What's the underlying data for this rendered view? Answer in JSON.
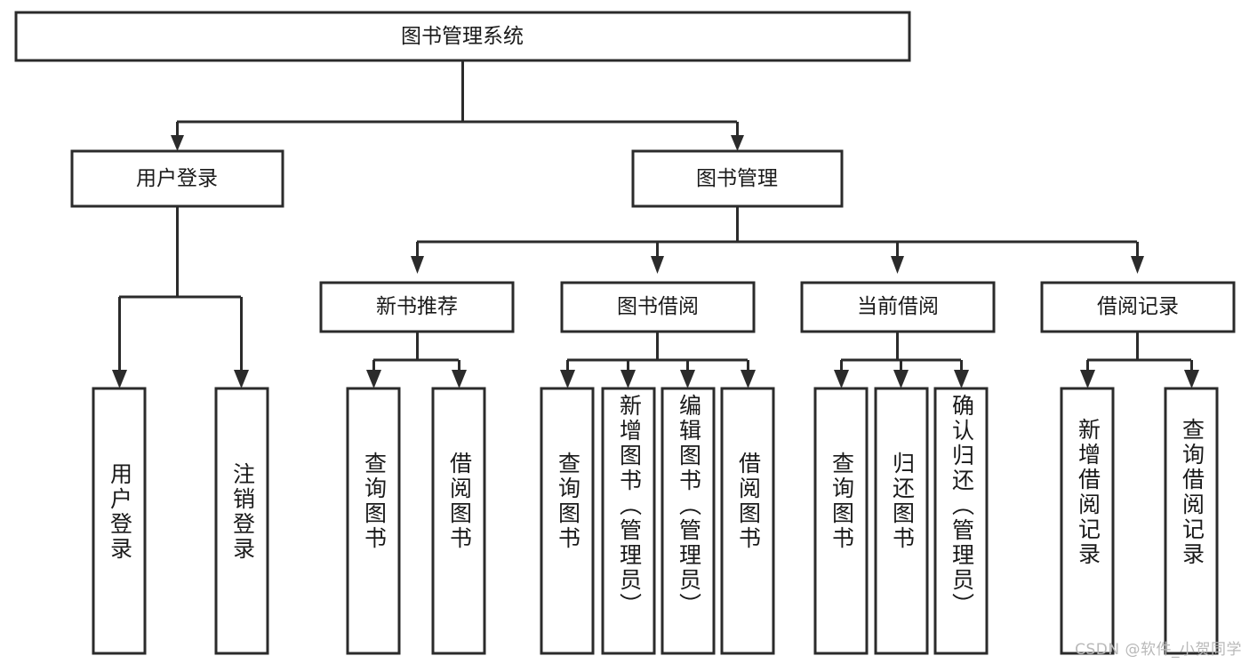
{
  "diagram": {
    "title": "图书管理系统",
    "type": "hierarchy-tree",
    "root": {
      "id": "root",
      "label": "图书管理系统",
      "orientation": "horizontal"
    },
    "level2": [
      {
        "id": "user-login",
        "label": "用户登录",
        "orientation": "horizontal"
      },
      {
        "id": "book-management",
        "label": "图书管理",
        "orientation": "horizontal"
      }
    ],
    "level3": [
      {
        "id": "new-book-recommend",
        "label": "新书推荐",
        "orientation": "horizontal",
        "parent": "book-management"
      },
      {
        "id": "book-borrow",
        "label": "图书借阅",
        "orientation": "horizontal",
        "parent": "book-management"
      },
      {
        "id": "current-borrow",
        "label": "当前借阅",
        "orientation": "horizontal",
        "parent": "book-management"
      },
      {
        "id": "borrow-record",
        "label": "借阅记录",
        "orientation": "horizontal",
        "parent": "book-management"
      }
    ],
    "leaves": [
      {
        "id": "leaf-user-login",
        "label": "用户登录",
        "parent": "user-login",
        "orientation": "vertical"
      },
      {
        "id": "leaf-logout-login",
        "label": "注销登录",
        "parent": "user-login",
        "orientation": "vertical"
      },
      {
        "id": "leaf-query-book-1",
        "label": "查询图书",
        "parent": "new-book-recommend",
        "orientation": "vertical"
      },
      {
        "id": "leaf-borrow-book-1",
        "label": "借阅图书",
        "parent": "new-book-recommend",
        "orientation": "vertical"
      },
      {
        "id": "leaf-query-book-2",
        "label": "查询图书",
        "parent": "book-borrow",
        "orientation": "vertical"
      },
      {
        "id": "leaf-add-book-admin",
        "label": "新增图书（管理员）",
        "parent": "book-borrow",
        "orientation": "vertical"
      },
      {
        "id": "leaf-edit-book-admin",
        "label": "编辑图书（管理员）",
        "parent": "book-borrow",
        "orientation": "vertical"
      },
      {
        "id": "leaf-borrow-book-2",
        "label": "借阅图书",
        "parent": "book-borrow",
        "orientation": "vertical"
      },
      {
        "id": "leaf-query-book-3",
        "label": "查询图书",
        "parent": "current-borrow",
        "orientation": "vertical"
      },
      {
        "id": "leaf-return-book",
        "label": "归还图书",
        "parent": "current-borrow",
        "orientation": "vertical"
      },
      {
        "id": "leaf-confirm-return-admin",
        "label": "确认归还（管理员）",
        "parent": "current-borrow",
        "orientation": "vertical"
      },
      {
        "id": "leaf-add-borrow-record",
        "label": "新增借阅记录",
        "parent": "borrow-record",
        "orientation": "vertical"
      },
      {
        "id": "leaf-query-borrow-record",
        "label": "查询借阅记录",
        "parent": "borrow-record",
        "orientation": "vertical"
      }
    ],
    "colors": {
      "box_stroke": "#2b2b2b",
      "box_fill": "#ffffff",
      "connector": "#2b2b2b",
      "text": "#1a1a1a",
      "background": "#ffffff",
      "watermark": "#b9b9b9"
    }
  },
  "watermark": {
    "text": "CSDN @软件_小贺同学"
  }
}
